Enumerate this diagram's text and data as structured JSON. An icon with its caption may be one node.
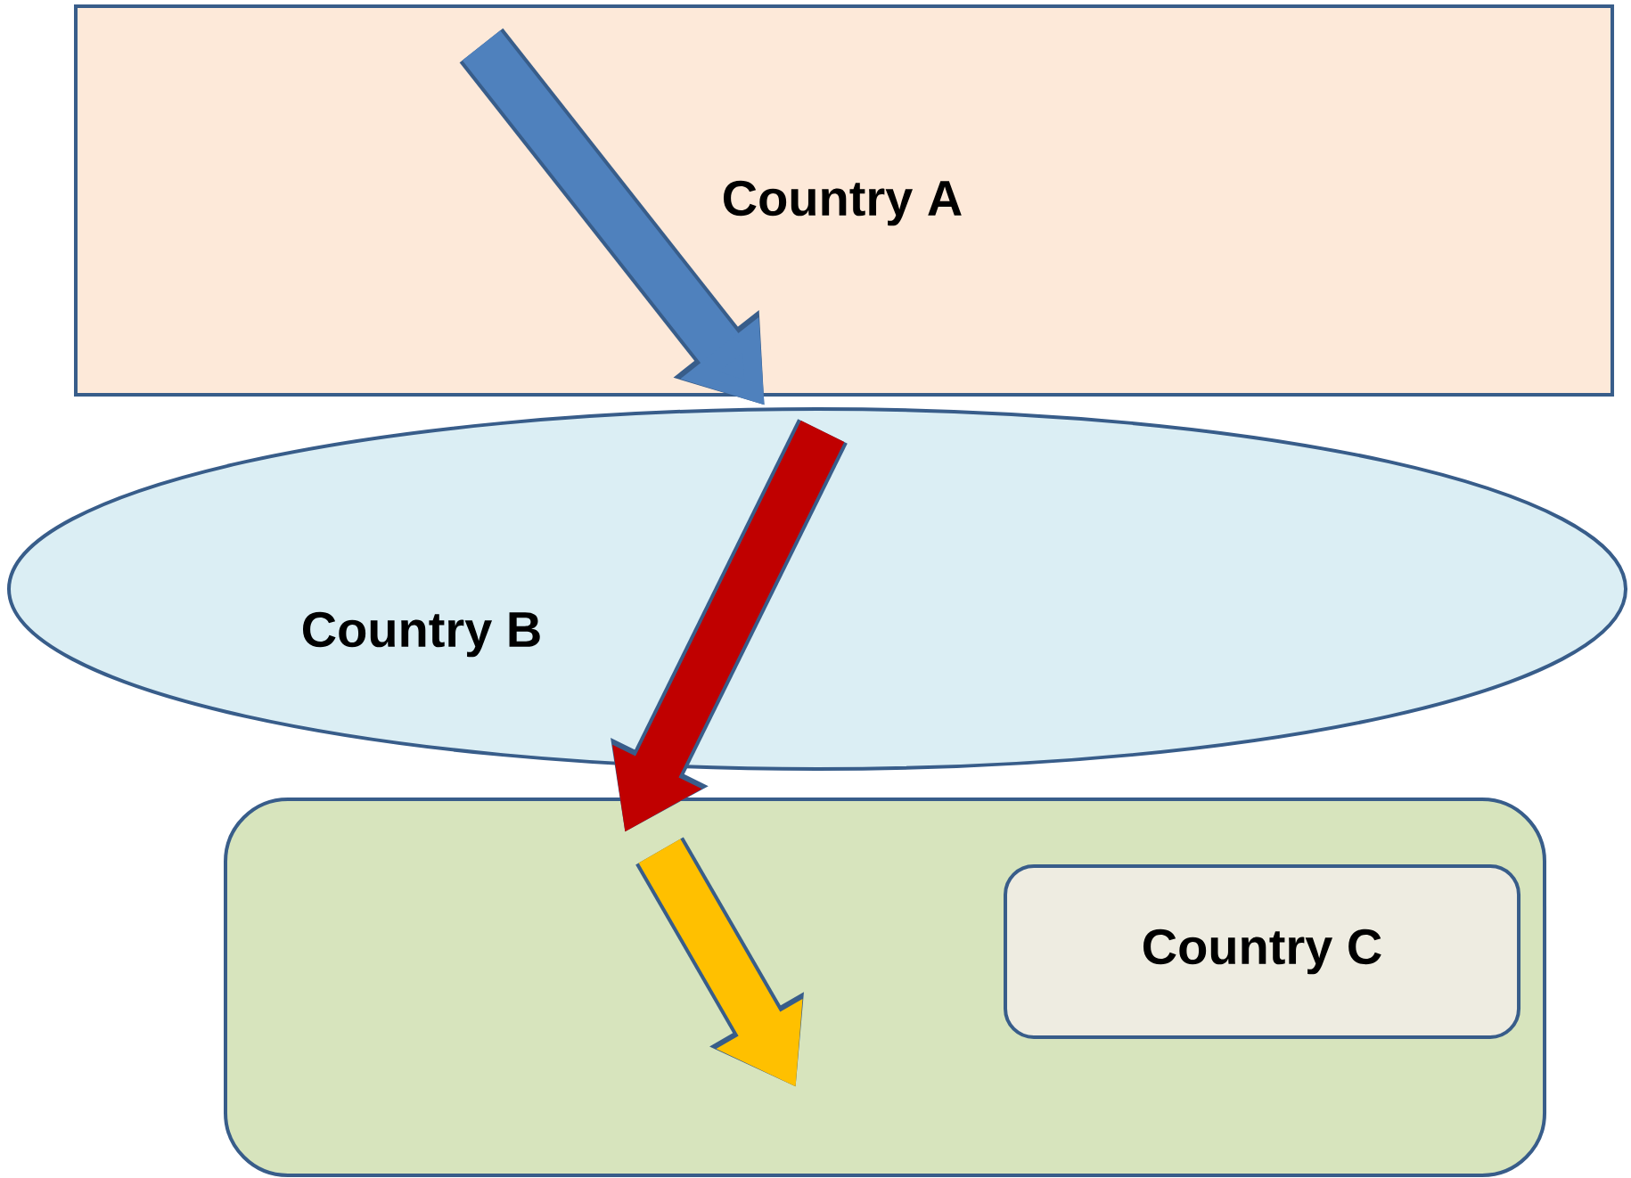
{
  "diagram": {
    "nodes": [
      {
        "text": [
          "Country A"
        ]
      },
      {
        "text": [
          "Country B"
        ]
      },
      {
        "text": [],
        "shape": "box"
      },
      {
        "text": [
          "Country C"
        ],
        "in": 2
      }
    ],
    "edges": [
      {
        "from": 0,
        "to": 1,
        "arrow": "to",
        "color": "#4f81bd"
      },
      {
        "from": 1,
        "to": 2,
        "arrow": "to",
        "color": "#c00000"
      },
      {
        "from": 2,
        "to": null,
        "arrow": "to",
        "color": "#ffc000"
      }
    ]
  }
}
